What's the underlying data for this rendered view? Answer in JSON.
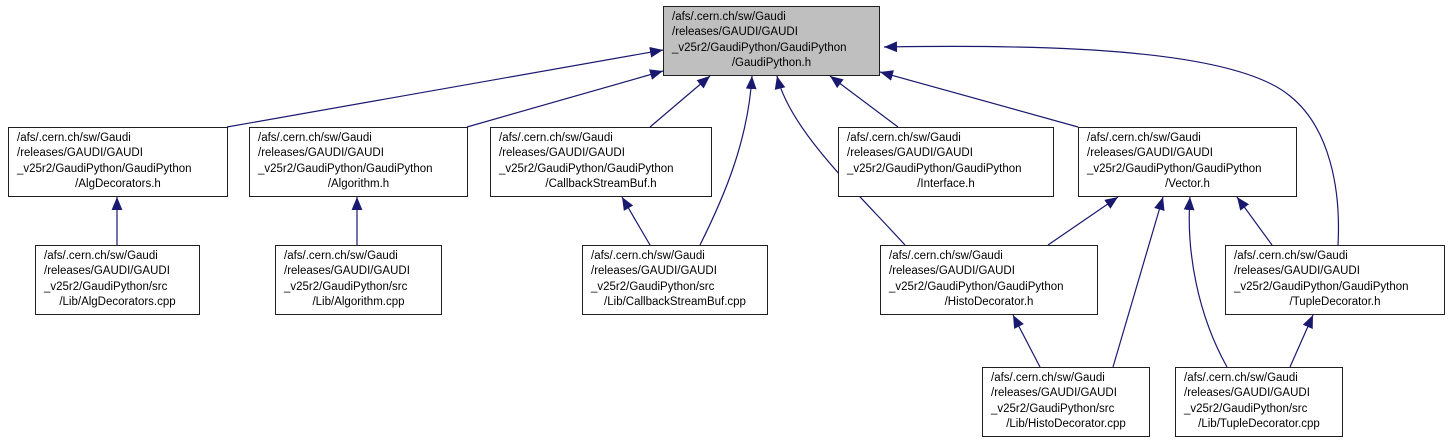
{
  "diagram": {
    "kind": "included-by-graph",
    "nodes": [
      {
        "id": "gaudipython-h",
        "highlighted": true,
        "lines": [
          "/afs/.cern.ch/sw/Gaudi",
          "/releases/GAUDI/GAUDI",
          "_v25r2/GaudiPython/GaudiPython",
          "/GaudiPython.h"
        ]
      },
      {
        "id": "alg-decorators-h",
        "highlighted": false,
        "lines": [
          "/afs/.cern.ch/sw/Gaudi",
          "/releases/GAUDI/GAUDI",
          "_v25r2/GaudiPython/GaudiPython",
          "/AlgDecorators.h"
        ]
      },
      {
        "id": "algorithm-h",
        "highlighted": false,
        "lines": [
          "/afs/.cern.ch/sw/Gaudi",
          "/releases/GAUDI/GAUDI",
          "_v25r2/GaudiPython/GaudiPython",
          "/Algorithm.h"
        ]
      },
      {
        "id": "callback-stream-buf-h",
        "highlighted": false,
        "lines": [
          "/afs/.cern.ch/sw/Gaudi",
          "/releases/GAUDI/GAUDI",
          "_v25r2/GaudiPython/GaudiPython",
          "/CallbackStreamBuf.h"
        ]
      },
      {
        "id": "interface-h",
        "highlighted": false,
        "lines": [
          "/afs/.cern.ch/sw/Gaudi",
          "/releases/GAUDI/GAUDI",
          "_v25r2/GaudiPython/GaudiPython",
          "/Interface.h"
        ]
      },
      {
        "id": "vector-h",
        "highlighted": false,
        "lines": [
          "/afs/.cern.ch/sw/Gaudi",
          "/releases/GAUDI/GAUDI",
          "_v25r2/GaudiPython/GaudiPython",
          "/Vector.h"
        ]
      },
      {
        "id": "alg-decorators-cpp",
        "highlighted": false,
        "lines": [
          "/afs/.cern.ch/sw/Gaudi",
          "/releases/GAUDI/GAUDI",
          "_v25r2/GaudiPython/src",
          "/Lib/AlgDecorators.cpp"
        ]
      },
      {
        "id": "algorithm-cpp",
        "highlighted": false,
        "lines": [
          "/afs/.cern.ch/sw/Gaudi",
          "/releases/GAUDI/GAUDI",
          "_v25r2/GaudiPython/src",
          "/Lib/Algorithm.cpp"
        ]
      },
      {
        "id": "callback-stream-buf-cpp",
        "highlighted": false,
        "lines": [
          "/afs/.cern.ch/sw/Gaudi",
          "/releases/GAUDI/GAUDI",
          "_v25r2/GaudiPython/src",
          "/Lib/CallbackStreamBuf.cpp"
        ]
      },
      {
        "id": "histo-decorator-h",
        "highlighted": false,
        "lines": [
          "/afs/.cern.ch/sw/Gaudi",
          "/releases/GAUDI/GAUDI",
          "_v25r2/GaudiPython/GaudiPython",
          "/HistoDecorator.h"
        ]
      },
      {
        "id": "tuple-decorator-h",
        "highlighted": false,
        "lines": [
          "/afs/.cern.ch/sw/Gaudi",
          "/releases/GAUDI/GAUDI",
          "_v25r2/GaudiPython/GaudiPython",
          "/TupleDecorator.h"
        ]
      },
      {
        "id": "histo-decorator-cpp",
        "highlighted": false,
        "lines": [
          "/afs/.cern.ch/sw/Gaudi",
          "/releases/GAUDI/GAUDI",
          "_v25r2/GaudiPython/src",
          "/Lib/HistoDecorator.cpp"
        ]
      },
      {
        "id": "tuple-decorator-cpp",
        "highlighted": false,
        "lines": [
          "/afs/.cern.ch/sw/Gaudi",
          "/releases/GAUDI/GAUDI",
          "_v25r2/GaudiPython/src",
          "/Lib/TupleDecorator.cpp"
        ]
      }
    ],
    "edges": [
      {
        "from": "alg-decorators-h",
        "to": "gaudipython-h"
      },
      {
        "from": "algorithm-h",
        "to": "gaudipython-h"
      },
      {
        "from": "callback-stream-buf-h",
        "to": "gaudipython-h"
      },
      {
        "from": "callback-stream-buf-cpp",
        "to": "gaudipython-h"
      },
      {
        "from": "histo-decorator-h",
        "to": "gaudipython-h"
      },
      {
        "from": "interface-h",
        "to": "gaudipython-h"
      },
      {
        "from": "vector-h",
        "to": "gaudipython-h"
      },
      {
        "from": "tuple-decorator-h",
        "to": "gaudipython-h"
      },
      {
        "from": "histo-decorator-h",
        "to": "vector-h"
      },
      {
        "from": "tuple-decorator-h",
        "to": "vector-h"
      },
      {
        "from": "histo-decorator-cpp",
        "to": "vector-h"
      },
      {
        "from": "tuple-decorator-cpp",
        "to": "vector-h"
      },
      {
        "from": "histo-decorator-cpp",
        "to": "histo-decorator-h"
      },
      {
        "from": "tuple-decorator-cpp",
        "to": "tuple-decorator-h"
      },
      {
        "from": "alg-decorators-cpp",
        "to": "alg-decorators-h"
      },
      {
        "from": "algorithm-cpp",
        "to": "algorithm-h"
      },
      {
        "from": "callback-stream-buf-cpp",
        "to": "callback-stream-buf-h"
      }
    ]
  },
  "colors": {
    "edge": "#191970",
    "node_border": "#1f1f1f",
    "node_fill": "#ffffff",
    "highlight_fill": "#bfbfbf",
    "background": "#ffffff",
    "text": "#000000"
  }
}
